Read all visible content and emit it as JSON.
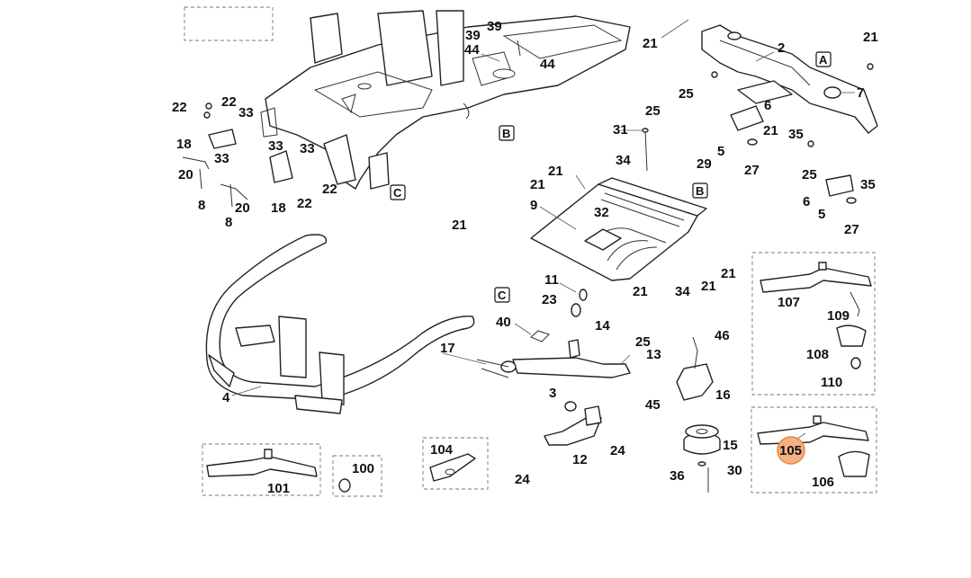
{
  "labels": [
    {
      "text": "39"
    },
    {
      "text": "39"
    },
    {
      "text": "44"
    },
    {
      "text": "44"
    },
    {
      "text": "21"
    },
    {
      "text": "2"
    },
    {
      "text": "21"
    },
    {
      "text": "A"
    },
    {
      "text": "25"
    },
    {
      "text": "7"
    },
    {
      "text": "22"
    },
    {
      "text": "22"
    },
    {
      "text": "33"
    },
    {
      "text": "18"
    },
    {
      "text": "33"
    },
    {
      "text": "33"
    },
    {
      "text": "33"
    },
    {
      "text": "20"
    },
    {
      "text": "8"
    },
    {
      "text": "20"
    },
    {
      "text": "18"
    },
    {
      "text": "8"
    },
    {
      "text": "22"
    },
    {
      "text": "22"
    },
    {
      "text": "B"
    },
    {
      "text": "C"
    },
    {
      "text": "25"
    },
    {
      "text": "6"
    },
    {
      "text": "21"
    },
    {
      "text": "35"
    },
    {
      "text": "31"
    },
    {
      "text": "5"
    },
    {
      "text": "27"
    },
    {
      "text": "29"
    },
    {
      "text": "25"
    },
    {
      "text": "34"
    },
    {
      "text": "21"
    },
    {
      "text": "21"
    },
    {
      "text": "B"
    },
    {
      "text": "9"
    },
    {
      "text": "32"
    },
    {
      "text": "6"
    },
    {
      "text": "35"
    },
    {
      "text": "5"
    },
    {
      "text": "27"
    },
    {
      "text": "21"
    },
    {
      "text": "21"
    },
    {
      "text": "11"
    },
    {
      "text": "34"
    },
    {
      "text": "21"
    },
    {
      "text": "21"
    },
    {
      "text": "C"
    },
    {
      "text": "23"
    },
    {
      "text": "107"
    },
    {
      "text": "109"
    },
    {
      "text": "40"
    },
    {
      "text": "14"
    },
    {
      "text": "46"
    },
    {
      "text": "17"
    },
    {
      "text": "25"
    },
    {
      "text": "13"
    },
    {
      "text": "108"
    },
    {
      "text": "110"
    },
    {
      "text": "4"
    },
    {
      "text": "3"
    },
    {
      "text": "16"
    },
    {
      "text": "45"
    },
    {
      "text": "15"
    },
    {
      "text": "24"
    },
    {
      "text": "104"
    },
    {
      "text": "105"
    },
    {
      "text": "12"
    },
    {
      "text": "100"
    },
    {
      "text": "106"
    },
    {
      "text": "101"
    },
    {
      "text": "24"
    },
    {
      "text": "36"
    },
    {
      "text": "30"
    }
  ],
  "highlight_color": "#f4b183"
}
